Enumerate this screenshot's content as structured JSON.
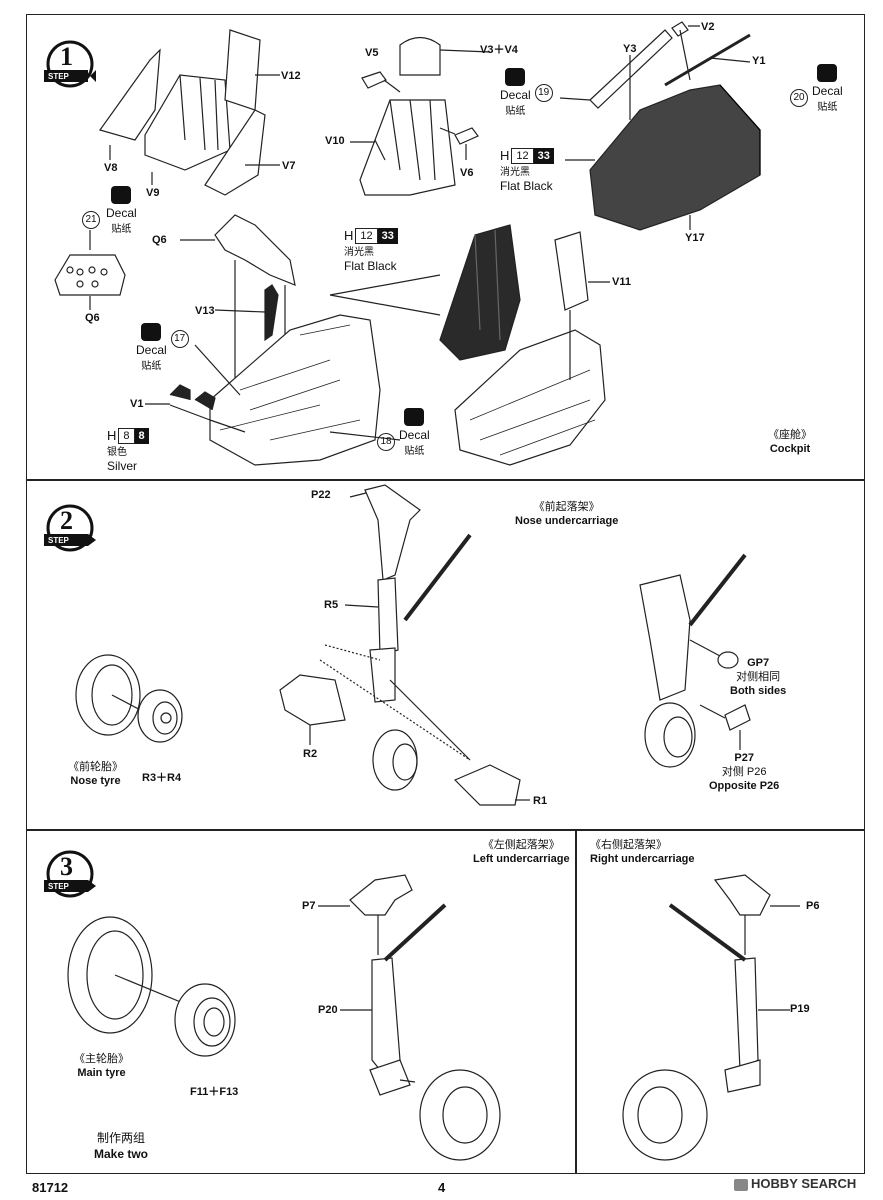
{
  "steps": [
    "1",
    "2",
    "3"
  ],
  "step_word": "STEP",
  "step1": {
    "parts": {
      "v12": "V12",
      "v8": "V8",
      "v9": "V9",
      "v7": "V7",
      "v5": "V5",
      "v3v4": "V3＋V4",
      "v10": "V10",
      "v6": "V6",
      "v2": "V2",
      "y3": "Y3",
      "y1": "Y1",
      "y17": "Y17",
      "q6a": "Q6",
      "q6b": "Q6",
      "v13": "V13",
      "v1": "V1",
      "v11": "V11"
    },
    "decals": [
      {
        "num": "21",
        "en": "Decal",
        "zh": "贴纸"
      },
      {
        "num": "19",
        "en": "Decal",
        "zh": "贴纸"
      },
      {
        "num": "20",
        "en": "Decal",
        "zh": "贴纸"
      },
      {
        "num": "17",
        "en": "Decal",
        "zh": "贴纸"
      },
      {
        "num": "18",
        "en": "Decal",
        "zh": "贴纸"
      }
    ],
    "paints": [
      {
        "h": "H",
        "hnum": "12",
        "cnum": "33",
        "zh": "消光黑",
        "en": "Flat Black"
      },
      {
        "h": "H",
        "hnum": "12",
        "cnum": "33",
        "zh": "消光黑",
        "en": "Flat Black"
      },
      {
        "h": "H",
        "hnum": "8",
        "cnum": "8",
        "zh": "银色",
        "en": "Silver"
      }
    ],
    "caption_zh": "《座舱》",
    "caption_en": "Cockpit"
  },
  "step2": {
    "parts": {
      "p22": "P22",
      "r5": "R5",
      "r2": "R2",
      "r1": "R1",
      "gp7": "GP7",
      "both_zh": "对侧相同",
      "both_en": "Both sides",
      "p27": "P27",
      "opp_zh": "对侧 P26",
      "opp_en": "Opposite P26",
      "r3r4": "R3＋R4"
    },
    "caption_zh": "《前起落架》",
    "caption_en": "Nose undercarriage",
    "tyre_zh": "《前轮胎》",
    "tyre_en": "Nose tyre"
  },
  "step3": {
    "parts": {
      "p7": "P7",
      "p20": "P20",
      "p6": "P6",
      "p19": "P19",
      "f11f13": "F11＋F13"
    },
    "left_zh": "《左侧起落架》",
    "left_en": "Left undercarriage",
    "right_zh": "《右侧起落架》",
    "right_en": "Right undercarriage",
    "tyre_zh": "《主轮胎》",
    "tyre_en": "Main tyre",
    "make_zh": "制作两组",
    "make_en": "Make two"
  },
  "footer": {
    "code": "81712",
    "page": "4",
    "watermark": "HOBBY SEARCH"
  }
}
